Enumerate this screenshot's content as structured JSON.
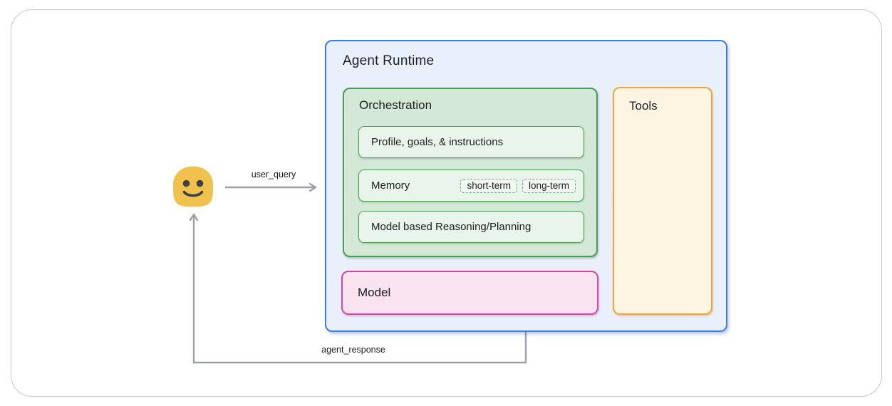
{
  "colors": {
    "frame_border": "#c9cad1",
    "runtime_bg": "#e9effb",
    "runtime_border": "#3e7be8",
    "green_border": "#479e52",
    "orch_bg": "#d3e8d6",
    "item_bg": "#e9f4ea",
    "chip_border": "#62b56f",
    "chip_bg": "#f0f8f1",
    "model_bg": "#f9e3ef",
    "model_border": "#d6479e",
    "tools_bg": "#fdf5e1",
    "tools_border": "#edа63d",
    "tools_border_fix": "#eda63d",
    "arrow": "#9aa0a6",
    "text": "#1e1e1e",
    "emoji_body": "#f0c14b",
    "emoji_face": "#3a3f49"
  },
  "icons": {
    "user": "user-smiley-emoji"
  },
  "flows": {
    "user_query_label": "user_query",
    "agent_response_label": "agent_response"
  },
  "agent_runtime": {
    "title": "Agent Runtime",
    "orchestration": {
      "title": "Orchestration",
      "items": [
        {
          "label": "Profile, goals, & instructions"
        },
        {
          "label": "Memory",
          "chips": [
            "short-term",
            "long-term"
          ]
        },
        {
          "label": "Model based Reasoning/Planning"
        }
      ]
    },
    "model": {
      "title": "Model"
    },
    "tools": {
      "title": "Tools"
    }
  }
}
